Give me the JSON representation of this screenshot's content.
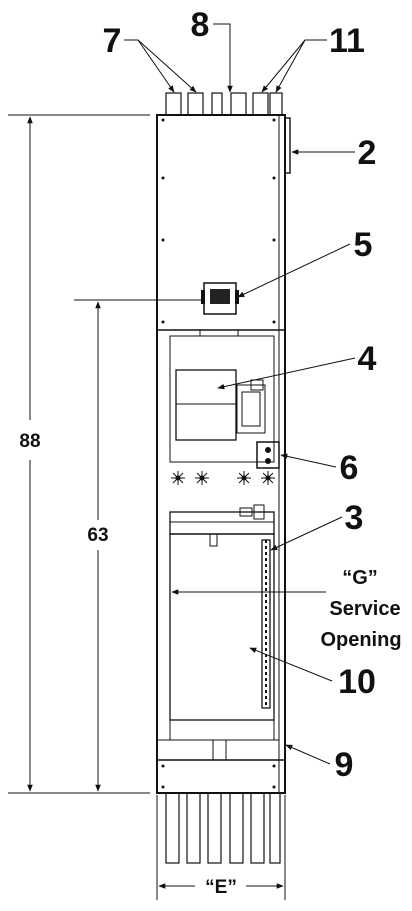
{
  "callouts": {
    "c7": "7",
    "c8": "8",
    "c11": "11",
    "c2": "2",
    "c5": "5",
    "c4": "4",
    "c6": "6",
    "c3": "3",
    "c10": "10",
    "c9": "9"
  },
  "dimensions": {
    "overall_height": "88",
    "to_door": "63",
    "width": "“E”"
  },
  "service_opening": {
    "line1": "“G”",
    "line2": "Service",
    "line3": "Opening"
  }
}
